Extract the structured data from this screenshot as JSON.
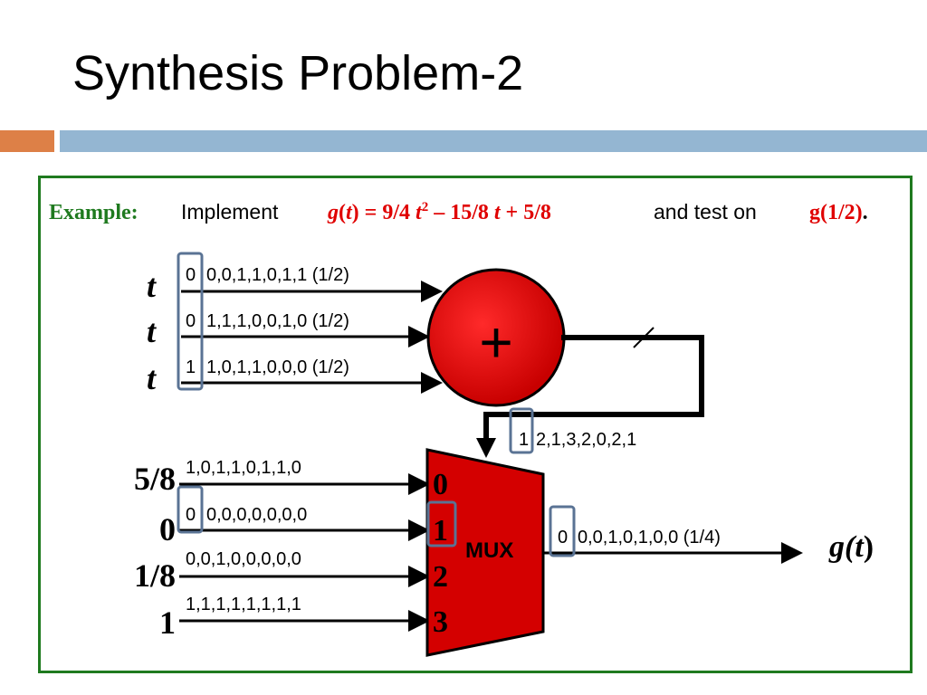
{
  "slide": {
    "title": "Synthesis Problem-2"
  },
  "example": {
    "label": "Example:",
    "implement": "Implement",
    "g_fn": "g",
    "t_var": "t",
    "formula_a": ") = 9/4 ",
    "sup2": "2",
    "formula_b": " – 15/8 ",
    "formula_c": " + 5/8",
    "test_text": "and test on",
    "test_g": "g(1/2)",
    "period": "."
  },
  "adder": {
    "symbol": "+",
    "inputs": [
      {
        "var": "t",
        "first": "0",
        "bits": "0,0,1,1,0,1,1 (1/2)"
      },
      {
        "var": "t",
        "first": "0",
        "bits": "1,1,1,0,0,1,0 (1/2)"
      },
      {
        "var": "t",
        "first": "1",
        "bits": "1,0,1,1,0,0,0 (1/2)"
      }
    ],
    "output": {
      "first": "1",
      "bits": "2,1,3,2,0,2,1"
    }
  },
  "mux": {
    "label": "MUX",
    "indices": [
      "0",
      "1",
      "2",
      "3"
    ],
    "inputs": [
      {
        "name": "5/8",
        "bits": "1,0,1,1,0,1,1,0"
      },
      {
        "name": "0",
        "first": "0",
        "bits": "0,0,0,0,0,0,0"
      },
      {
        "name": "1/8",
        "bits": "0,0,1,0,0,0,0,0"
      },
      {
        "name": "1",
        "bits": "1,1,1,1,1,1,1,1"
      }
    ],
    "output": {
      "first": "0",
      "bits": "0,0,1,0,1,0,0 (1/4)",
      "g_label": "g(",
      "t": "t",
      "close": ")"
    }
  },
  "colors": {
    "accent_red": "#e00000",
    "frame_green": "#1f7a1f",
    "highlight_box": "#5a7394",
    "mux_fill": "#d40000",
    "title_bar_orange": "#dd8047",
    "title_bar_blue": "#94b6d2"
  }
}
